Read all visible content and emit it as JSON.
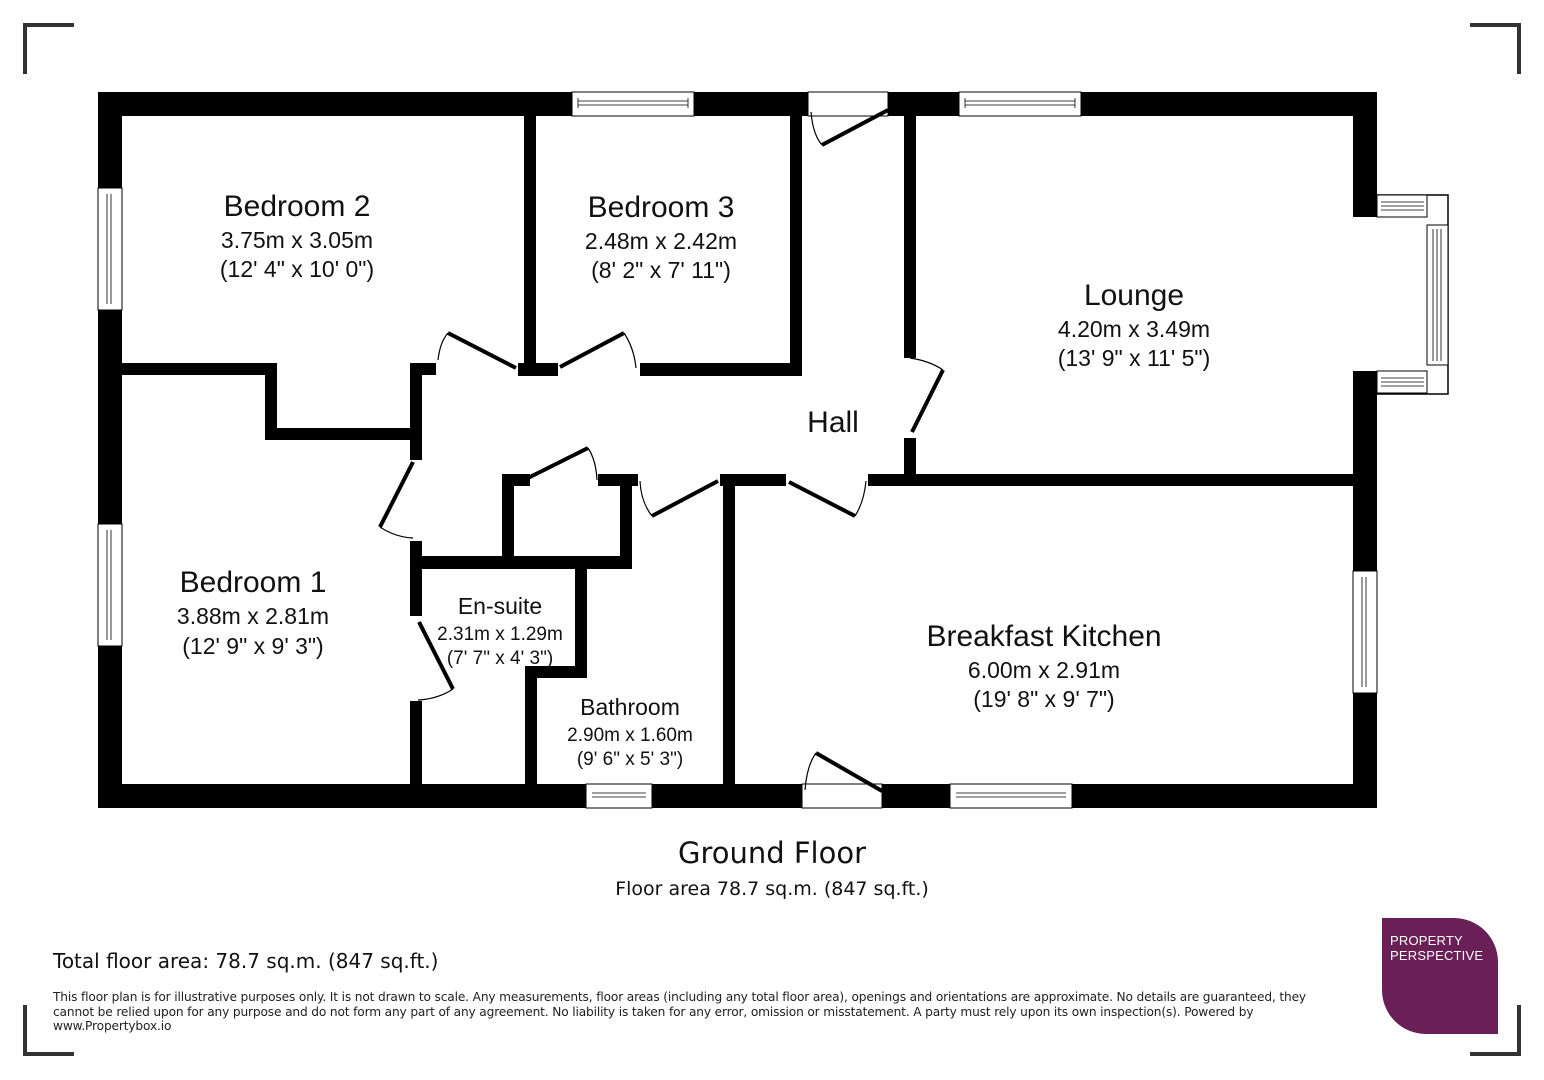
{
  "floor": {
    "name": "Ground Floor",
    "area": "Floor area 78.7 sq.m. (847 sq.ft.)"
  },
  "rooms": [
    {
      "name": "Bedroom 2",
      "metric": "3.75m x 3.05m",
      "imperial": "(12' 4\" x 10' 0\")"
    },
    {
      "name": "Bedroom 3",
      "metric": "2.48m x 2.42m",
      "imperial": "(8' 2\" x 7' 11\")"
    },
    {
      "name": "Lounge",
      "metric": "4.20m x 3.49m",
      "imperial": "(13' 9\" x 11' 5\")"
    },
    {
      "name": "Hall"
    },
    {
      "name": "Bedroom 1",
      "metric": "3.88m x 2.81m",
      "imperial": "(12' 9\" x 9' 3\")"
    },
    {
      "name": "En-suite",
      "metric": "2.31m x 1.29m",
      "imperial": "(7' 7\" x 4' 3\")"
    },
    {
      "name": "Bathroom",
      "metric": "2.90m x 1.60m",
      "imperial": "(9' 6\" x 5' 3\")"
    },
    {
      "name": "Breakfast Kitchen",
      "metric": "6.00m x 2.91m",
      "imperial": "(19' 8\" x 9' 7\")"
    }
  ],
  "footer": {
    "total_area": "Total floor area: 78.7 sq.m. (847 sq.ft.)",
    "disclaimer": "This floor plan is for illustrative purposes only. It is not drawn to scale. Any measurements, floor areas (including any total floor area), openings and orientations are approximate. No details are guaranteed, they cannot be relied upon for any purpose and do not form any part of any agreement. No liability is taken for any error, omission or misstatement. A party must rely upon its own inspection(s). Powered by www.Propertybox.io"
  },
  "logo": {
    "line1": "PROPERTY",
    "line2": "PERSPECTIVE",
    "color": "#6b1f57"
  },
  "colors": {
    "wall": "#000000",
    "background": "#ffffff",
    "brand": "#6b1f57"
  }
}
